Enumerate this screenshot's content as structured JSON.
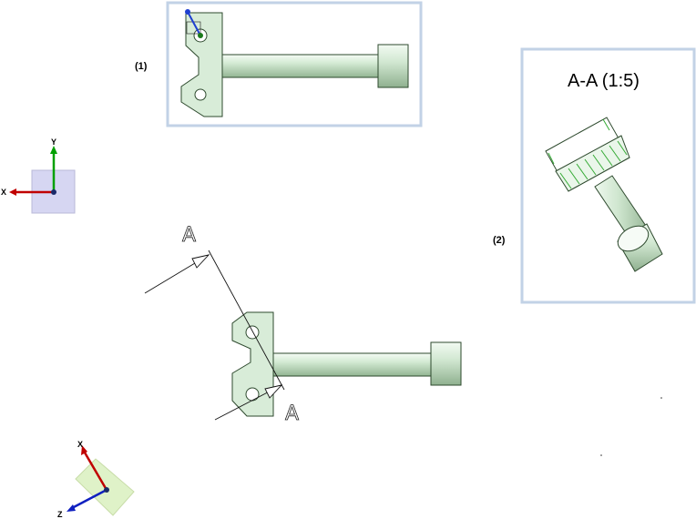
{
  "views": {
    "view1_label": "(1)",
    "view2_label": "(2)"
  },
  "section_view": {
    "title": "A-A (1:5)"
  },
  "section_line": {
    "label_start": "A",
    "label_end": "A"
  },
  "triad_front": {
    "x_label": "X",
    "y_label": "Y"
  },
  "triad_iso": {
    "x_label": "X",
    "z_label": "Z"
  },
  "colors": {
    "frame": "#c2d2e6",
    "part_fill": "#d8ecd8",
    "part_stroke": "#2e4a2e",
    "hatch": "#33aa33",
    "axis_x": "#c00000",
    "axis_y": "#00a000",
    "axis_z": "#0000c0"
  }
}
